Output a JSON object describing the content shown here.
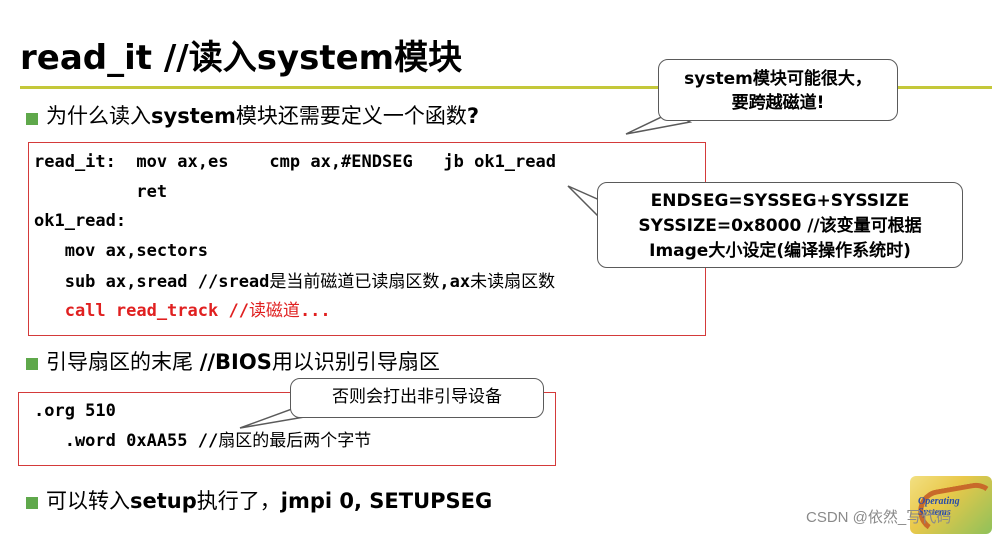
{
  "title": "read_it //读入system模块",
  "bullets": [
    {
      "text_parts": [
        "为什么读入",
        "system",
        "模块还需要定义一个函数",
        "?"
      ]
    },
    {
      "text_parts": [
        "引导扇区的末尾  ",
        "//BIOS",
        "用以识别引导扇区"
      ]
    },
    {
      "text_parts": [
        "可以转入",
        "setup",
        "执行了，",
        "jmpi 0, SETUPSEG"
      ]
    }
  ],
  "code_block_1": {
    "lines": [
      {
        "code": "read_it:  mov ax,es    cmp ax,#ENDSEG   jb ok1_read"
      },
      {
        "code": "          ret"
      },
      {
        "code": "ok1_read:"
      },
      {
        "code": "   mov ax,sectors"
      },
      {
        "code": "   sub ax,sread //sread",
        "zh": "是当前磁道已读扇区数",
        "code2": ",ax",
        "zh2": "未读扇区数"
      },
      {
        "code": "   call read_track //",
        "zh": "读磁道",
        "code2": "..."
      }
    ]
  },
  "code_block_2": {
    "lines": [
      {
        "code": ".org 510"
      },
      {
        "code": "   .word 0xAA55 //",
        "zh": "扇区的最后两个字节"
      }
    ]
  },
  "callouts": {
    "top": {
      "line1": "system模块可能很大，",
      "line2": "要跨越磁道!"
    },
    "middle": {
      "line1": "ENDSEG=SYSSEG+SYSSIZE",
      "line2": "SYSSIZE=0x8000 //该变量可根据",
      "line3": "Image大小设定(编译操作系统时)"
    },
    "bottom": {
      "line1": "否则会打出非引导设备"
    }
  },
  "logo": {
    "text": "Operating Systems"
  },
  "watermark": "CSDN @依然_写代码",
  "colors": {
    "rule": "#c4c83a",
    "bullet": "#5fa84b",
    "code_border": "#d43a3a",
    "highlight_red": "#e02020"
  }
}
